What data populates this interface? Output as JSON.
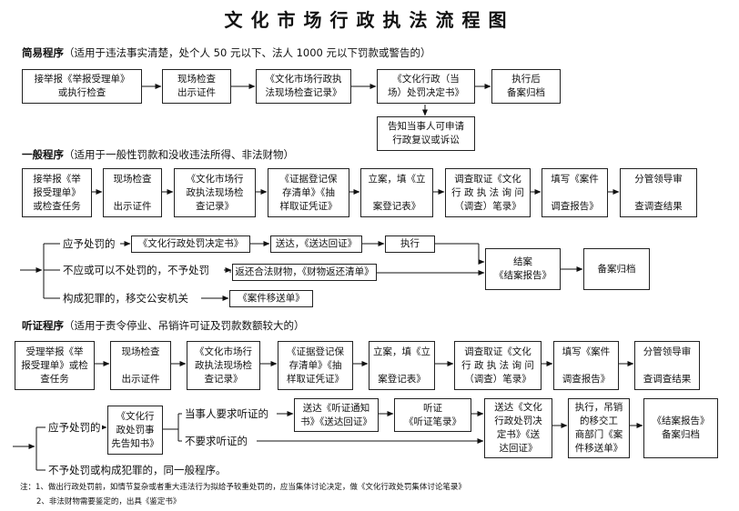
{
  "title": "文化市场行政执法流程图",
  "simple": {
    "heading": "简易程序",
    "desc": "（适用于违法事实清楚，处个人 50 元以下、法人 1000 元以下罚款或警告的）",
    "steps": [
      "接举报《举报受理单》\n或执行检查",
      "现场检查\n出示证件",
      "《文化市场行政执\n法现场检查记录》",
      "《文化行政（当\n场）处罚决定书》",
      "执行后\n备案归档"
    ],
    "notice": "告知当事人可申请\n行政复议或诉讼"
  },
  "general": {
    "heading": "一般程序",
    "desc": "（适用于一般性罚款和没收违法所得、非法财物）",
    "steps": [
      "接举报《举\n报受理单》\n或检查任务",
      "现场检查\n\n出示证件",
      "《文化市场行\n政执法现场检\n查记录》",
      "《证据登记保\n存清单》《抽\n样取证凭证》",
      "立案，填《立\n\n案登记表》",
      "调查取证《文化\n行 政 执 法 询 问\n（调查）笔录》",
      "填写《案件\n\n调查报告》",
      "分管领导审\n\n查调查结果"
    ],
    "branch_punish": "应予处罚的",
    "branch_no_punish": "不应或可以不处罚的，不予处罚",
    "branch_crime": "构成犯罪的，移交公安机关",
    "doc_decision": "《文化行政处罚决定书》",
    "doc_deliver": "送达，《送达回证》",
    "doc_execute": "执行",
    "doc_return": "返还合法财物，《财物返还清单》",
    "doc_transfer": "《案件移送单》",
    "doc_close": "结案\n《结案报告》",
    "doc_archive": "备案归档"
  },
  "hearing": {
    "heading": "听证程序",
    "desc": "（适用于责令停业、吊销许可证及罚款数额较大的）",
    "steps": [
      "受理举报《举\n报受理单》或检\n查任务",
      "现场检查\n\n出示证件",
      "《文化市场行\n政执法现场检\n查记录》",
      "《证据登记保\n存清单》《抽\n样取证凭证》",
      "立案，填《立\n\n案登记表》",
      "调查取证《文化\n行 政 执 法 询 问\n（调查）笔录》",
      "填写《案件\n\n调查报告》",
      "分管领导审\n\n查调查结果"
    ],
    "branch_punish": "应予处罚的",
    "notice_doc": "《文化行\n政处罚事\n先告知书》",
    "branch_request": "当事人要求听证的",
    "branch_no_request": "不要求听证的",
    "doc_hearing_notice": "送达《听证通知\n书》《送达回证》",
    "doc_hearing": "听证\n《听证笔录》",
    "doc_deliver": "送达《文化\n行政处罚决\n定书》《送\n达回证》",
    "doc_execute": "执行，吊销\n的移交工\n商部门《案\n件移送单》",
    "doc_close": "《结案报告》\n备案归档",
    "branch_other": "不予处罚或构成犯罪的，同一般程序。"
  },
  "notes": {
    "n1": "注：1、做出行政处罚前，如情节复杂或者重大违法行为拟给予较重处罚的，应当集体讨论决定，做《文化行政处罚集体讨论笔录》",
    "n2": "2、非法财物需要鉴定的，出具《鉴定书》"
  }
}
